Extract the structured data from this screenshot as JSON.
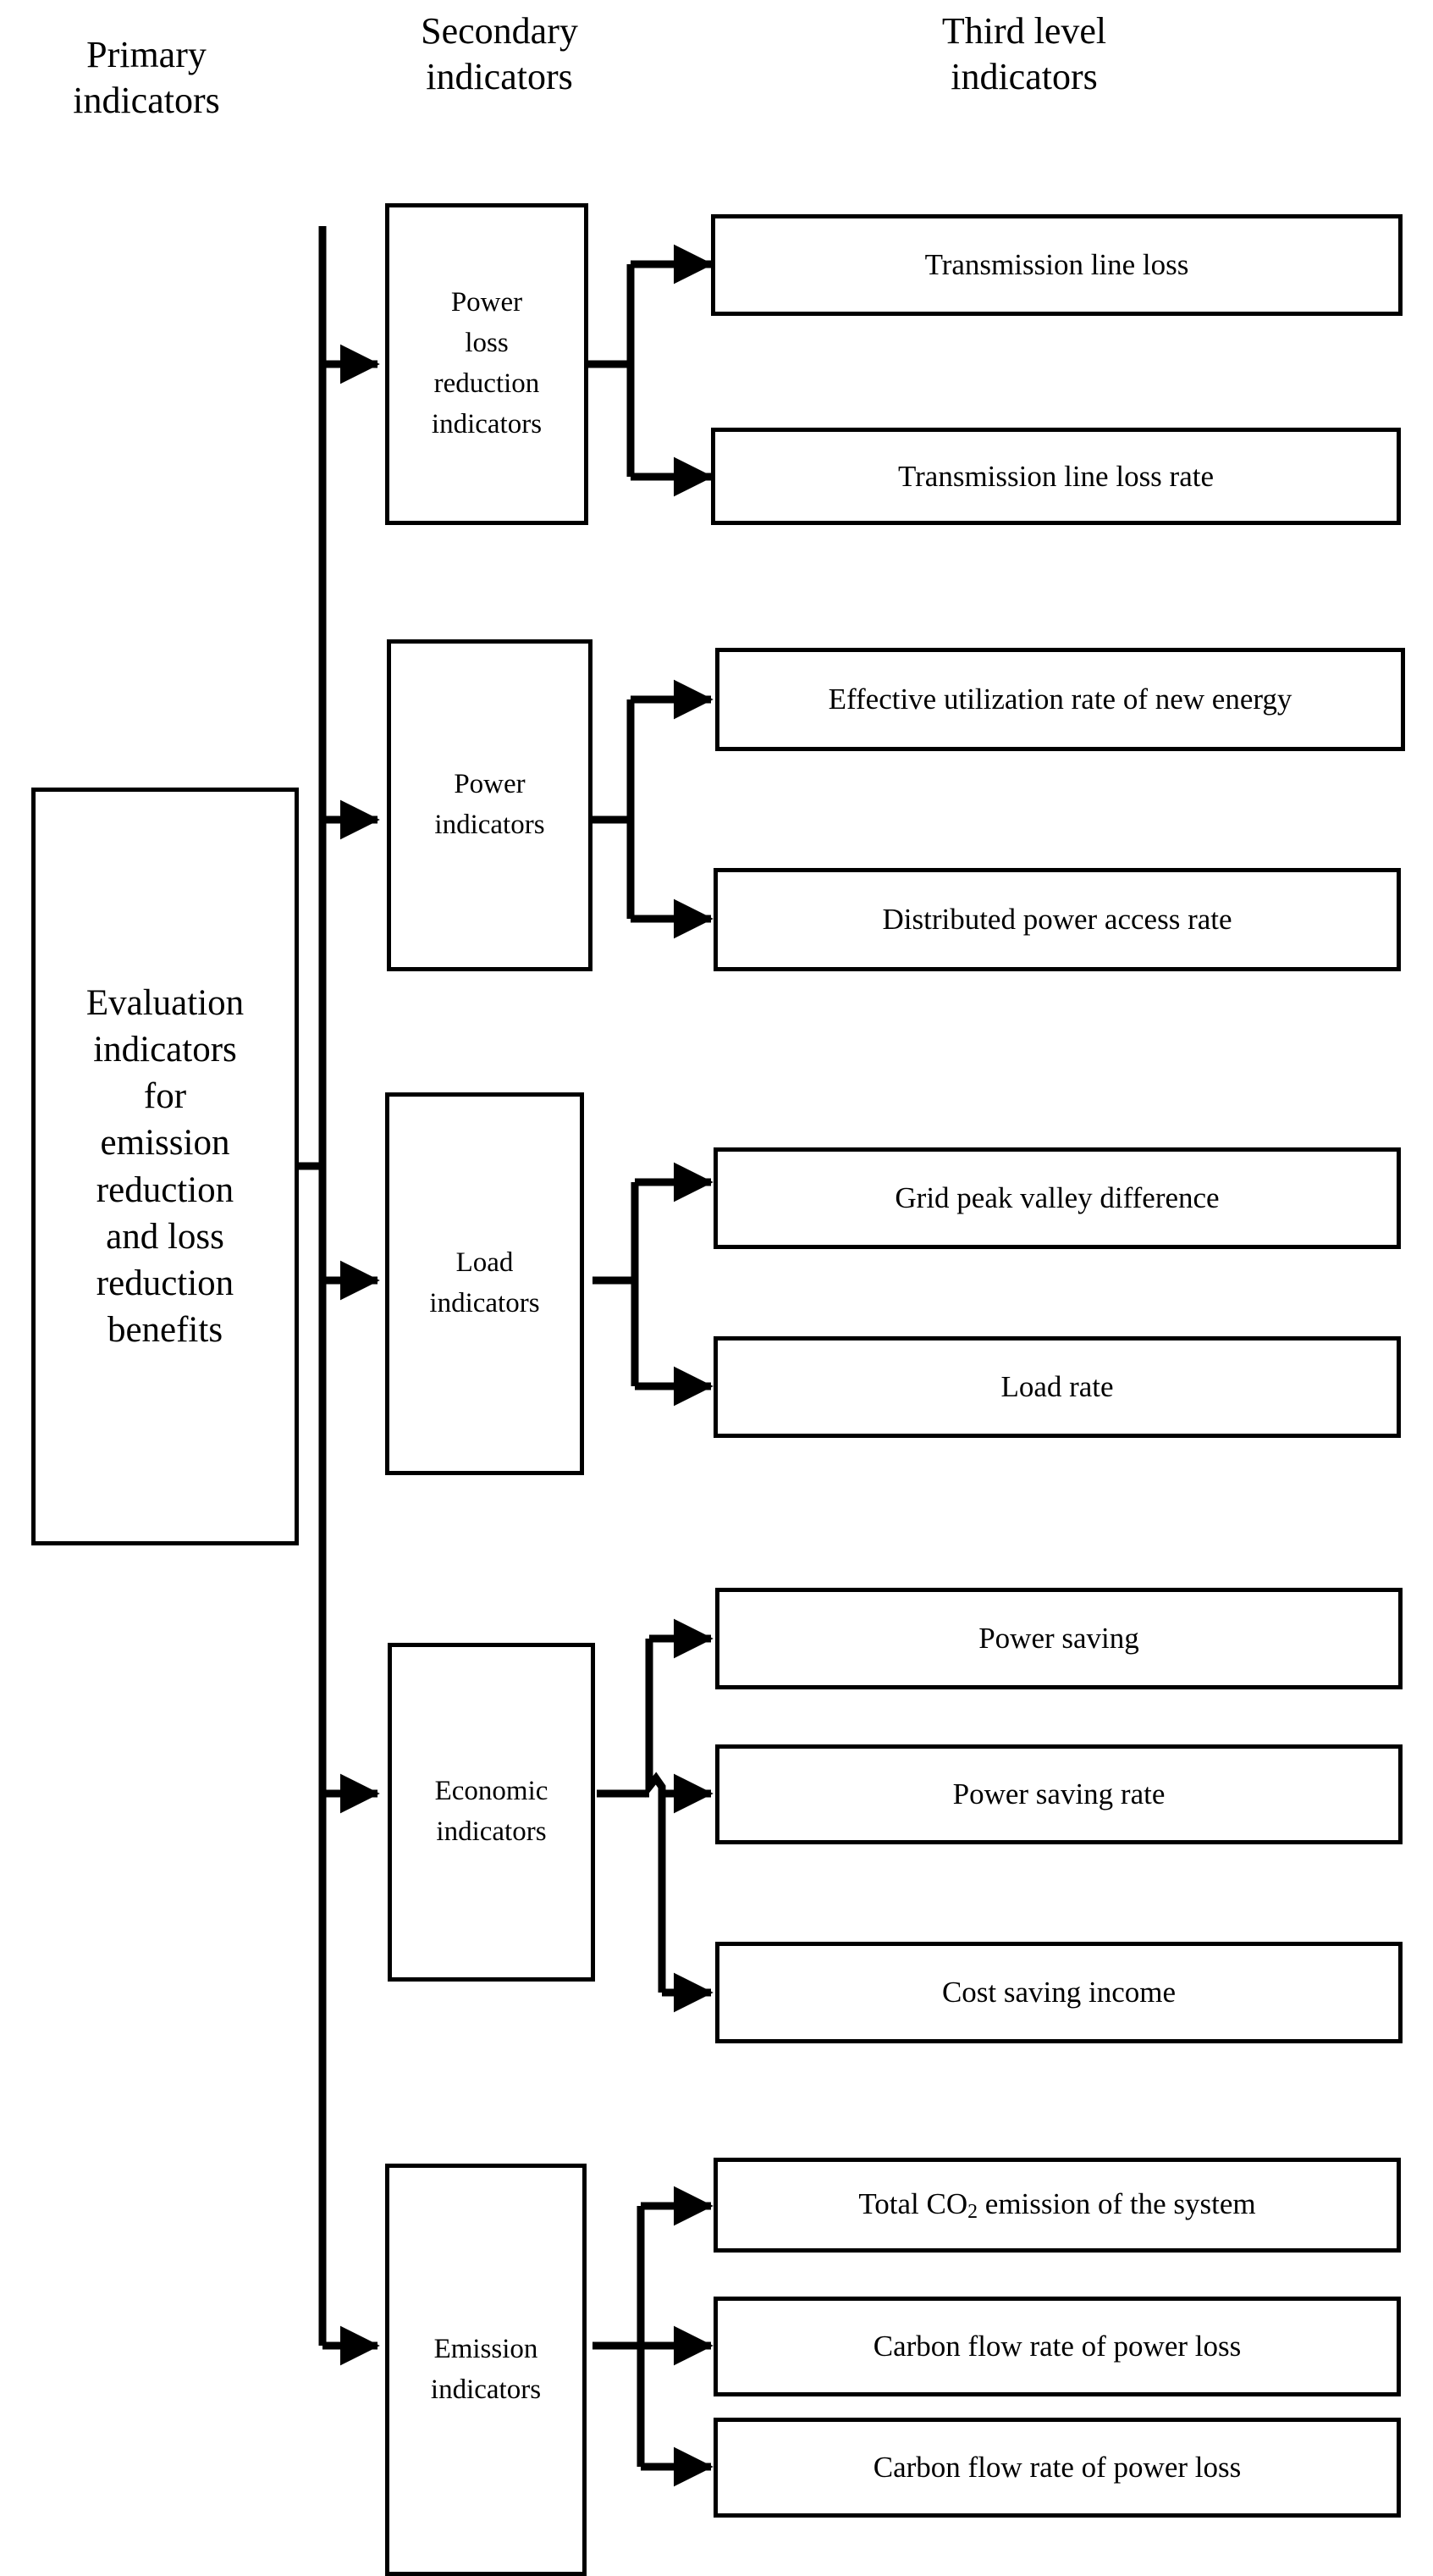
{
  "diagram": {
    "type": "hierarchy-tree",
    "orientation": "left-to-right",
    "columns": [
      {
        "id": "primary",
        "title": "Primary\nindicators"
      },
      {
        "id": "secondary",
        "title": "Secondary\nindicators"
      },
      {
        "id": "third",
        "title": "Third level\nindicators"
      }
    ],
    "root": {
      "id": "root",
      "label": "Evaluation\nindicators\nfor\nemission\nreduction\nand loss\nreduction\nbenefits"
    },
    "branches": [
      {
        "id": "power-loss-reduction",
        "label": "Power\nloss\nreduction\nindicators",
        "children": [
          {
            "id": "transmission-line-loss",
            "label": "Transmission line loss"
          },
          {
            "id": "transmission-line-loss-rate",
            "label": "Transmission line loss rate"
          }
        ]
      },
      {
        "id": "power",
        "label": "Power\nindicators",
        "children": [
          {
            "id": "effective-utilization-rate-new-energy",
            "label": "Effective utilization rate of new energy"
          },
          {
            "id": "distributed-power-access-rate",
            "label": "Distributed power access rate"
          }
        ]
      },
      {
        "id": "load",
        "label": "Load\nindicators",
        "children": [
          {
            "id": "grid-peak-valley-difference",
            "label": "Grid peak valley difference"
          },
          {
            "id": "load-rate",
            "label": "Load rate"
          }
        ]
      },
      {
        "id": "economic",
        "label": "Economic\nindicators",
        "children": [
          {
            "id": "power-saving",
            "label": "Power saving"
          },
          {
            "id": "power-saving-rate",
            "label": "Power saving rate"
          },
          {
            "id": "cost-saving-income",
            "label": "Cost saving income"
          }
        ]
      },
      {
        "id": "emission",
        "label": "Emission\nindicators",
        "children": [
          {
            "id": "total-co2-emission-of-the-system",
            "label": "Total CO2 emission of the system",
            "label_html": "Total CO<sub>2</sub> emission of the system"
          },
          {
            "id": "carbon-flow-rate-of-power-loss-1",
            "label": "Carbon flow rate of power loss"
          },
          {
            "id": "carbon-flow-rate-of-power-loss-2",
            "label": "Carbon flow rate of power loss"
          }
        ]
      }
    ],
    "style": {
      "line_color": "#000000",
      "box_border_color": "#000000",
      "box_fill": "#ffffff",
      "background": "#ffffff"
    }
  }
}
